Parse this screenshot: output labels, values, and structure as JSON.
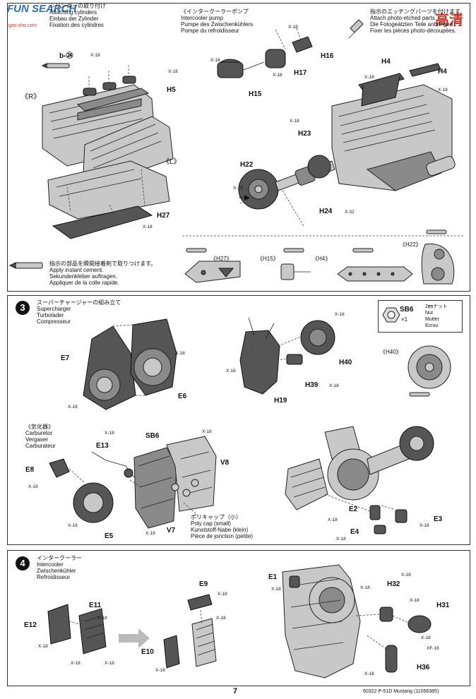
{
  "watermark": {
    "logo": "FUN SEARCH",
    "cn": "高清",
    "url": "gao.sho.com"
  },
  "step2": {
    "cylinders": {
      "jp": "シリンダーの取り付け",
      "en": "Attaching cylinders",
      "de": "Einbau der Zylinder",
      "fr": "Fixation des cylindres"
    },
    "intercooler_pump": {
      "jp": "《インタークーラーポンプ",
      "en": "Intercooler pump",
      "de": "Pumpe des Zwischenkühlers",
      "fr": "Pompe du refroidisseur"
    },
    "etching": {
      "jp": "指示のエッチングパーツを付けます。",
      "en": "Attach photo-etched parts.",
      "de": "Die Fotogeätzten Teile anbringen.",
      "fr": "Fixer les pièces photo-découpées."
    },
    "cement": {
      "jp": "指示の部品を瞬間接着剤で取りつけます。",
      "en": "Apply instant cement.",
      "de": "Sekundenkleber auftragen.",
      "fr": "Appliquer de la colle rapide."
    },
    "labels": {
      "b24": "b-㉔",
      "R": "《R》",
      "L": "《L》",
      "H5": "H5",
      "H27": "H27",
      "H15": "H15",
      "H16": "H16",
      "H17": "H17",
      "H4a": "H4",
      "H4b": "H4",
      "H22": "H22",
      "H23": "H23",
      "H24": "H24",
      "x32": "X-32"
    },
    "callouts": {
      "H27": "《H27》",
      "H15": "《H15》",
      "H4": "《H4》",
      "H22": "《H22》"
    }
  },
  "step3": {
    "number": "3",
    "title": {
      "jp": "スーパーチャージャーの組み立て",
      "en": "Supercharger",
      "de": "Turbolader",
      "fr": "Compresseur"
    },
    "nut": {
      "code": "SB6",
      "qty": "×1",
      "jp": "2㎜ナット",
      "en": "Nut",
      "de": "Mutter",
      "fr": "Ecrou"
    },
    "carburetor": {
      "jp": "《気化器》",
      "en": "Carburetor",
      "de": "Vergaser",
      "fr": "Carburateur"
    },
    "polycap": {
      "jp": "ポリキャップ（小）",
      "en": "Poly cap (small)",
      "de": "Kunststoff-Nabe (klein)",
      "fr": "Pièce de jonction (petite)"
    },
    "labels": {
      "E7": "E7",
      "E6": "E6",
      "H19": "H19",
      "H39": "H39",
      "H40": "H40",
      "H40c": "《H40》",
      "E13": "E13",
      "SB6": "SB6",
      "V8": "V8",
      "E8": "E8",
      "E5": "E5",
      "V7": "V7",
      "E2": "E2",
      "E3": "E3",
      "E4": "E4"
    }
  },
  "step4": {
    "number": "4",
    "title": {
      "jp": "インタークーラー",
      "en": "Intercooler",
      "de": "Zwischenkühler",
      "fr": "Refroidisseur"
    },
    "labels": {
      "E11": "E11",
      "E12": "E12",
      "E9": "E9",
      "E10": "E10",
      "E1": "E1",
      "H32": "H32",
      "H31": "H31",
      "H36": "H36",
      "XF16": "XF-16"
    }
  },
  "common": {
    "x18": "X-18"
  },
  "footer": {
    "page": "7",
    "ref": "60322 P-51D Mustang (11056385)"
  }
}
